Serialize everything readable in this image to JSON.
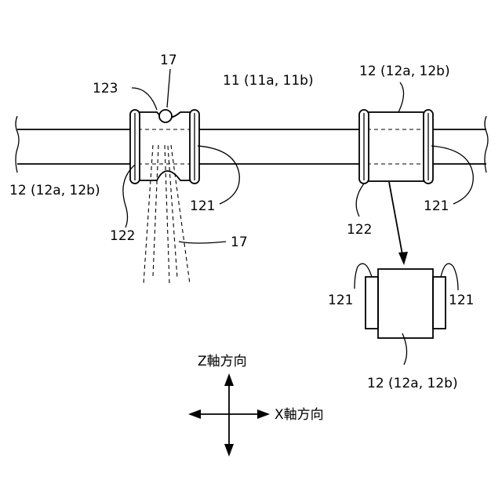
{
  "labels": {
    "wire": "11 (11a, 11b)",
    "nozzle_top": "17",
    "nozzle_dash": "17",
    "member_left_id": "123",
    "guide_left": "12 (12a, 12b)",
    "guide_right": "12 (12a, 12b)",
    "guide_detail": "12 (12a, 12b)",
    "ring_left_a": "121",
    "ring_left_b": "122",
    "ring_right_a": "121",
    "ring_right_b": "122",
    "detail_left": "121",
    "detail_right": "121"
  },
  "axes": {
    "z_label": "Z軸方向",
    "x_label": "X軸方向"
  }
}
